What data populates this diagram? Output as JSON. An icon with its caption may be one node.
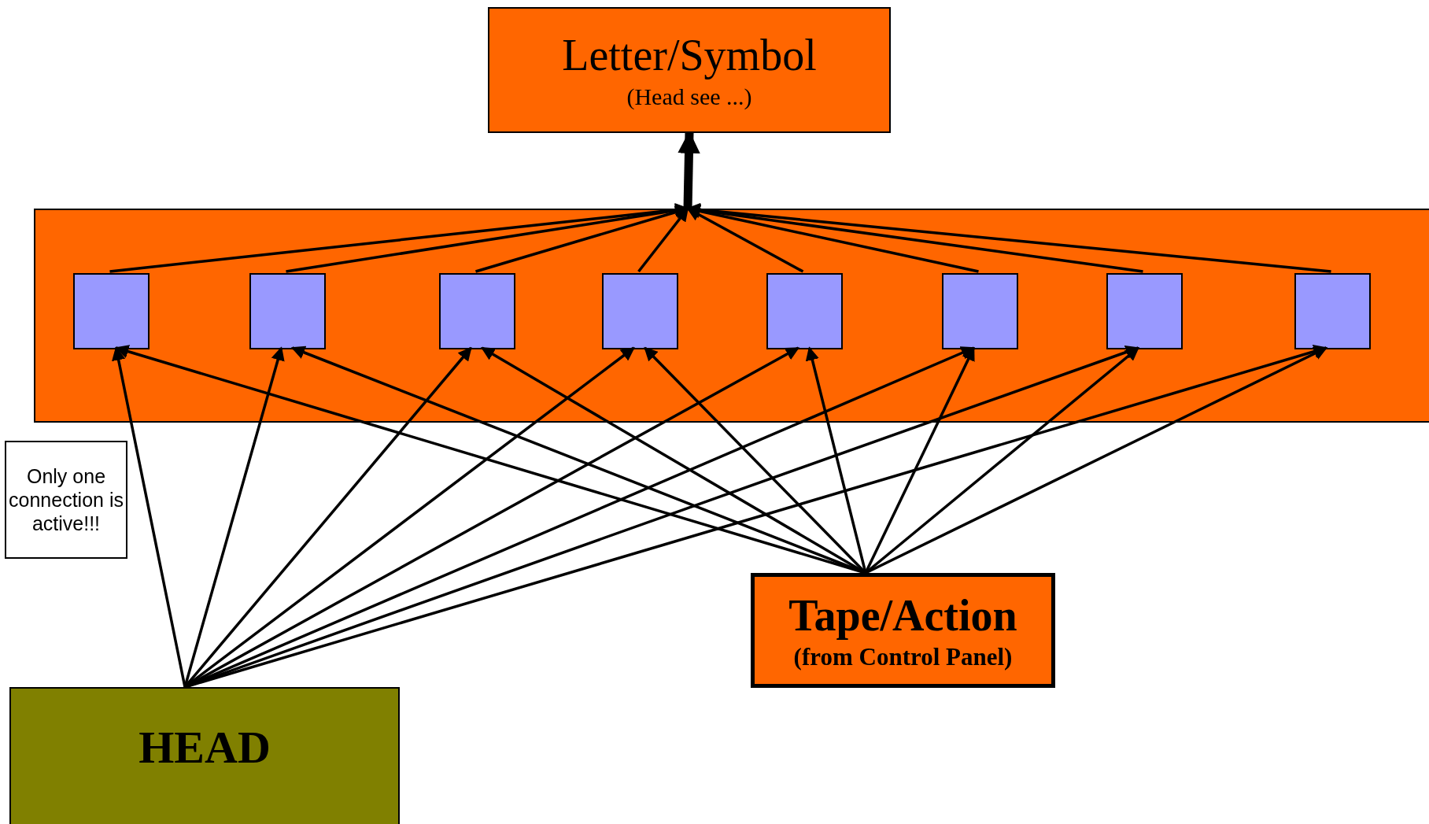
{
  "diagram": {
    "nodes": [
      {
        "text": [
          "Letter/Symbol",
          "(Head see ...)"
        ]
      },
      {
        "text": [],
        "shape": "box"
      },
      {
        "text": [],
        "shape": "box",
        "in": 1
      },
      {
        "text": [],
        "shape": "box",
        "in": 1
      },
      {
        "text": [],
        "shape": "box",
        "in": 1
      },
      {
        "text": [],
        "shape": "box",
        "in": 1
      },
      {
        "text": [],
        "shape": "box",
        "in": 1
      },
      {
        "text": [],
        "shape": "box",
        "in": 1
      },
      {
        "text": [],
        "shape": "box",
        "in": 1
      },
      {
        "text": [],
        "shape": "box",
        "in": 1
      },
      {
        "text": [
          "Only one connection is active!!!"
        ]
      },
      {
        "text": [
          "Tape/Action",
          "(from Control Panel)"
        ]
      },
      {
        "text": [
          "HEAD"
        ]
      }
    ],
    "edges": [
      {
        "from": 2,
        "to": 1,
        "arrow": "to"
      },
      {
        "from": 3,
        "to": 1,
        "arrow": "to"
      },
      {
        "from": 4,
        "to": 1,
        "arrow": "to"
      },
      {
        "from": 5,
        "to": 1,
        "arrow": "to"
      },
      {
        "from": 6,
        "to": 1,
        "arrow": "to"
      },
      {
        "from": 7,
        "to": 1,
        "arrow": "to"
      },
      {
        "from": 8,
        "to": 1,
        "arrow": "to"
      },
      {
        "from": 9,
        "to": 1,
        "arrow": "to"
      },
      {
        "from": 1,
        "to": 0,
        "arrow": "to",
        "style": "thick"
      },
      {
        "from": 12,
        "to": 2,
        "arrow": "to"
      },
      {
        "from": 12,
        "to": 3,
        "arrow": "to"
      },
      {
        "from": 12,
        "to": 4,
        "arrow": "to"
      },
      {
        "from": 12,
        "to": 5,
        "arrow": "to"
      },
      {
        "from": 12,
        "to": 6,
        "arrow": "to"
      },
      {
        "from": 12,
        "to": 7,
        "arrow": "to"
      },
      {
        "from": 12,
        "to": 8,
        "arrow": "to"
      },
      {
        "from": 12,
        "to": 9,
        "arrow": "to"
      },
      {
        "from": 11,
        "to": 2,
        "arrow": "to"
      },
      {
        "from": 11,
        "to": 3,
        "arrow": "to"
      },
      {
        "from": 11,
        "to": 4,
        "arrow": "to"
      },
      {
        "from": 11,
        "to": 5,
        "arrow": "to"
      },
      {
        "from": 11,
        "to": 6,
        "arrow": "to"
      },
      {
        "from": 11,
        "to": 7,
        "arrow": "to"
      },
      {
        "from": 11,
        "to": 8,
        "arrow": "to"
      },
      {
        "from": 11,
        "to": 9,
        "arrow": "to"
      }
    ]
  }
}
